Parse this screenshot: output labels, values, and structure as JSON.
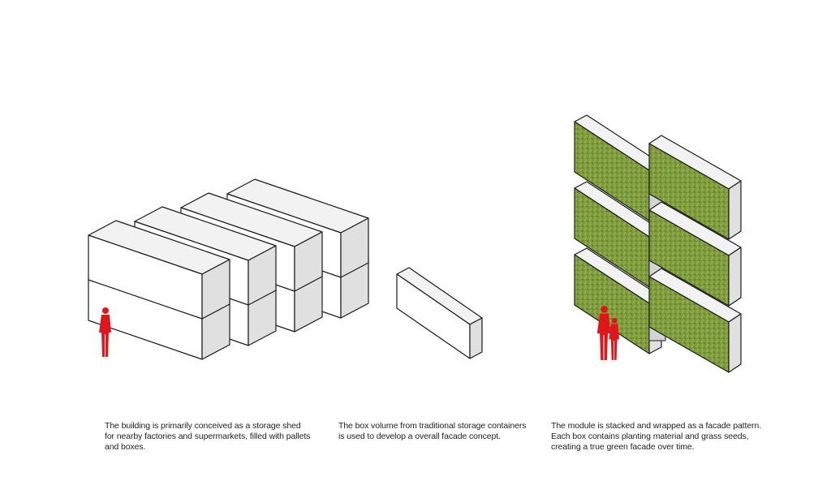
{
  "colors": {
    "top": "#f2f2f2",
    "front": "#ffffff",
    "end": "#e0e0e0",
    "stroke": "#1a1a1a",
    "green": "#7a9a3a",
    "figure": "#e0161b",
    "post": "#d4d4d4"
  },
  "captions": [
    {
      "lines": [
        "The building is primarily conceived as a storage shed",
        "for nearby factories and supermarkets, filled with pallets",
        "and boxes."
      ]
    },
    {
      "lines": [
        "The box volume from traditional storage containers",
        "is used to develop a overall facade concept."
      ]
    },
    {
      "lines": [
        "The module is stacked and wrapped as a facade pattern.",
        "Each box contains planting material and grass seeds,",
        "creating a true green facade over time."
      ]
    }
  ]
}
